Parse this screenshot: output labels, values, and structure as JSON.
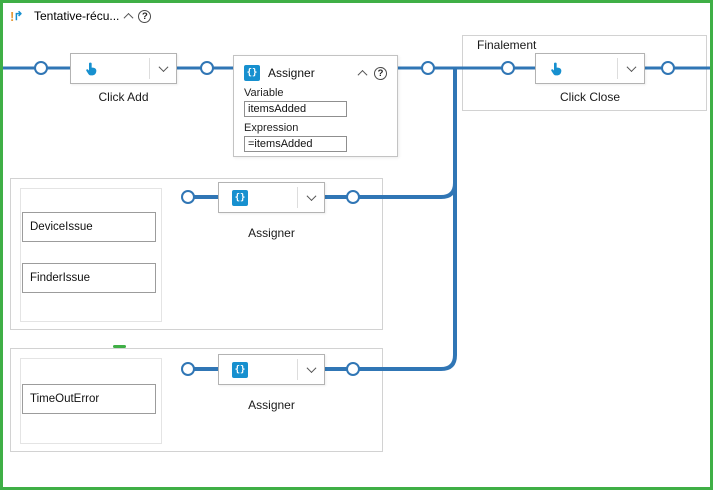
{
  "header": {
    "title": "Tentative-récu..."
  },
  "icons": {
    "assign_glyph": "{}",
    "help_glyph": "?",
    "bang_glyph": "!",
    "arrow_glyph": "↱"
  },
  "try_block": {
    "click_add": {
      "label": "Click Add"
    },
    "assign": {
      "title": "Assigner",
      "variable_label": "Variable",
      "variable_value": "itemsAdded",
      "expression_label": "Expression",
      "expression_value": "=itemsAdded"
    }
  },
  "catches": [
    {
      "exceptions": [
        "DeviceIssue",
        "FinderIssue"
      ],
      "activity_label": "Assigner"
    },
    {
      "exceptions": [
        "TimeOutError"
      ],
      "activity_label": "Assigner"
    }
  ],
  "finally_block": {
    "title": "Finalement",
    "click_close": {
      "label": "Click Close"
    }
  },
  "colors": {
    "canvas_border_green": "#3faf46",
    "flow_line_blue": "#3076b5",
    "icon_blue": "#1790cf"
  }
}
